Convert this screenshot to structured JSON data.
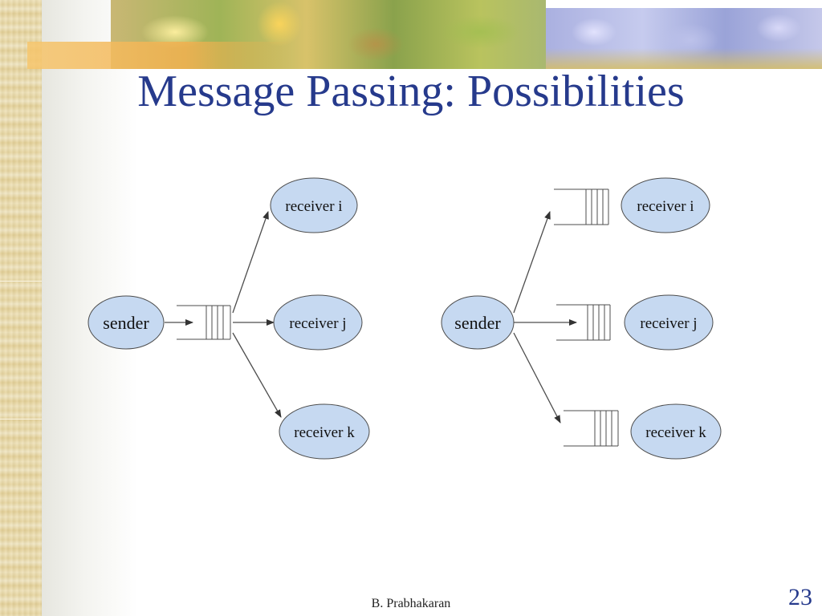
{
  "slide": {
    "title": "Message Passing: Possibilities",
    "author": "B. Prabhakaran",
    "page_number": "23"
  },
  "diagrams": [
    {
      "sender": "sender",
      "receivers": [
        "receiver i",
        "receiver j",
        "receiver k"
      ],
      "queues": "shared queue between sender and receivers"
    },
    {
      "sender": "sender",
      "receivers": [
        "receiver i",
        "receiver j",
        "receiver k"
      ],
      "queues": "one queue per receiver"
    }
  ],
  "colors": {
    "title": "#263a8c",
    "node_fill": "#c6d9f1",
    "line": "#4d4d4d"
  }
}
